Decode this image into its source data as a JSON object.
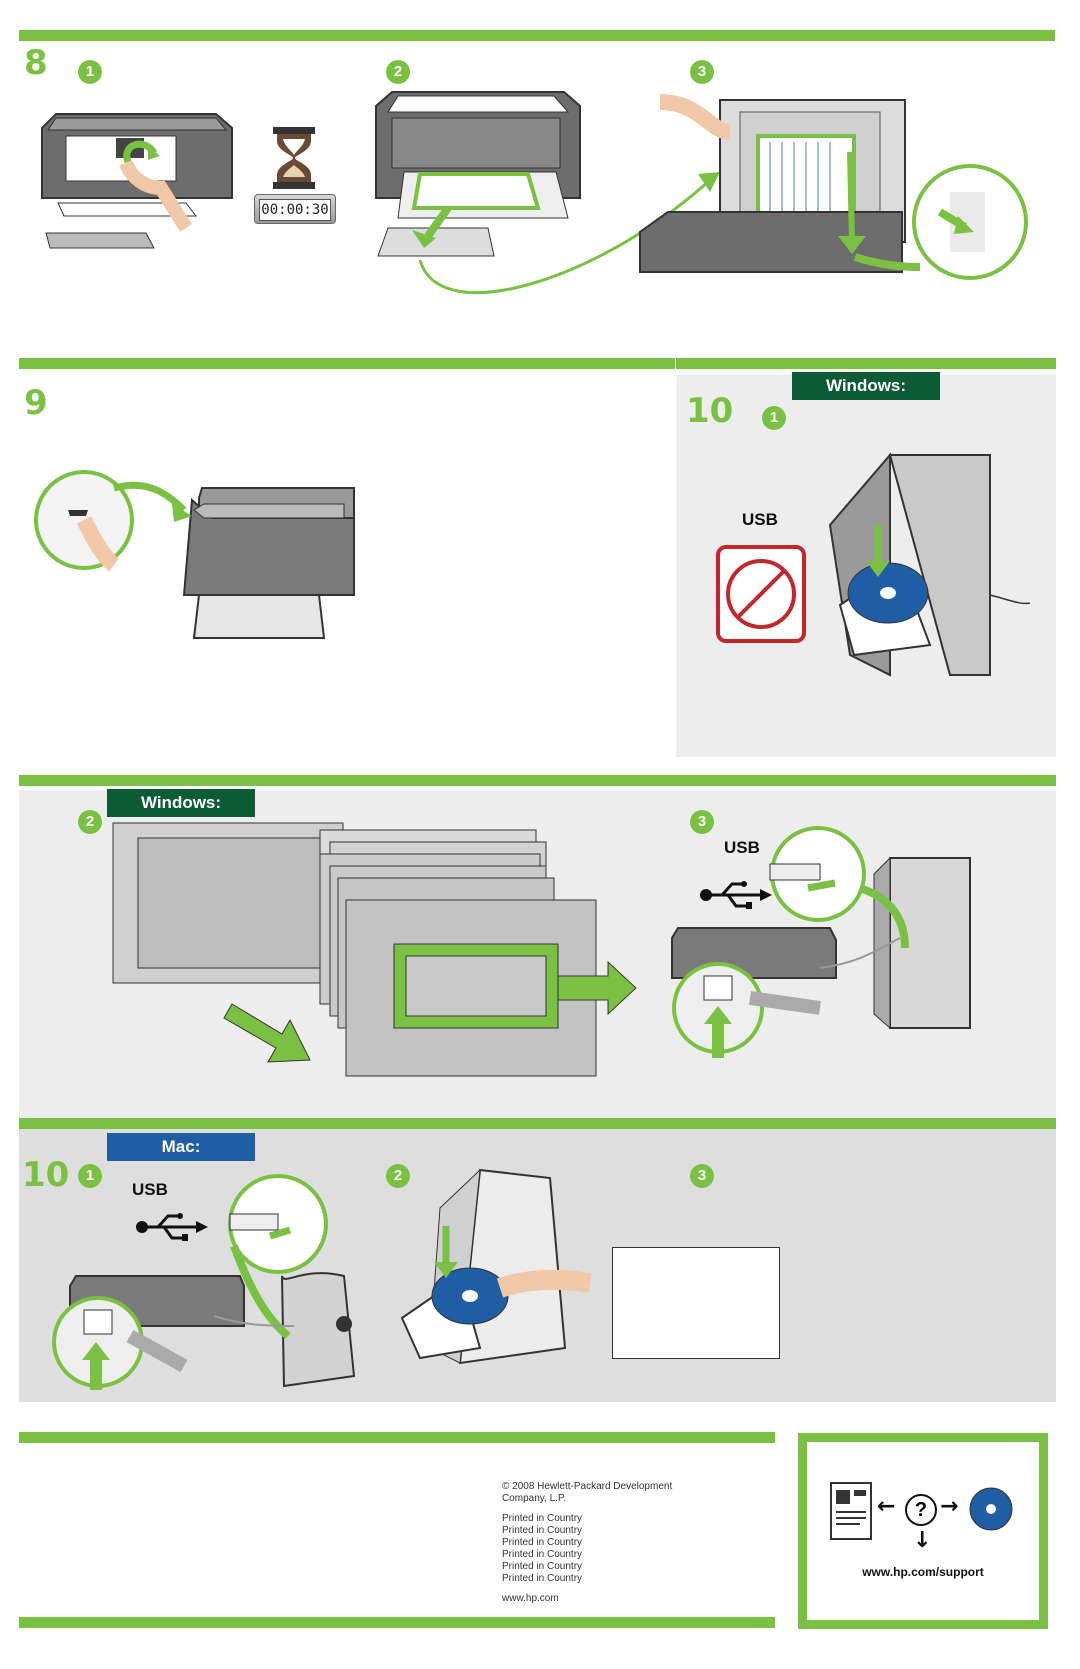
{
  "steps": {
    "s8": {
      "number": "8",
      "sub1": "1",
      "sub2": "2",
      "sub3": "3",
      "timer": "00:00:30"
    },
    "s9": {
      "number": "9"
    },
    "s10win": {
      "number": "10",
      "sub1": "1",
      "os_label": "Windows:",
      "usb_label": "USB"
    },
    "s10win_cont": {
      "os_label": "Windows:",
      "sub2": "2",
      "sub3": "3",
      "usb_label": "USB"
    },
    "s10mac": {
      "number": "10",
      "sub1": "1",
      "os_label": "Mac:",
      "usb_label": "USB",
      "sub2": "2",
      "sub3": "3"
    }
  },
  "footer": {
    "copyright_line1": "© 2008 Hewlett-Packard Development",
    "copyright_line2": "Company, L.P.",
    "printed": [
      "Printed in Country",
      "Printed in Country",
      "Printed in Country",
      "Printed in Country",
      "Printed in Country",
      "Printed in Country"
    ],
    "website": "www.hp.com",
    "support_url": "www.hp.com/support",
    "question_mark": "?"
  },
  "colors": {
    "brand_green": "#7ac143",
    "dark_green": "#0b5b36",
    "mac_blue": "#1f5ea3",
    "no_red": "#c1272d"
  }
}
